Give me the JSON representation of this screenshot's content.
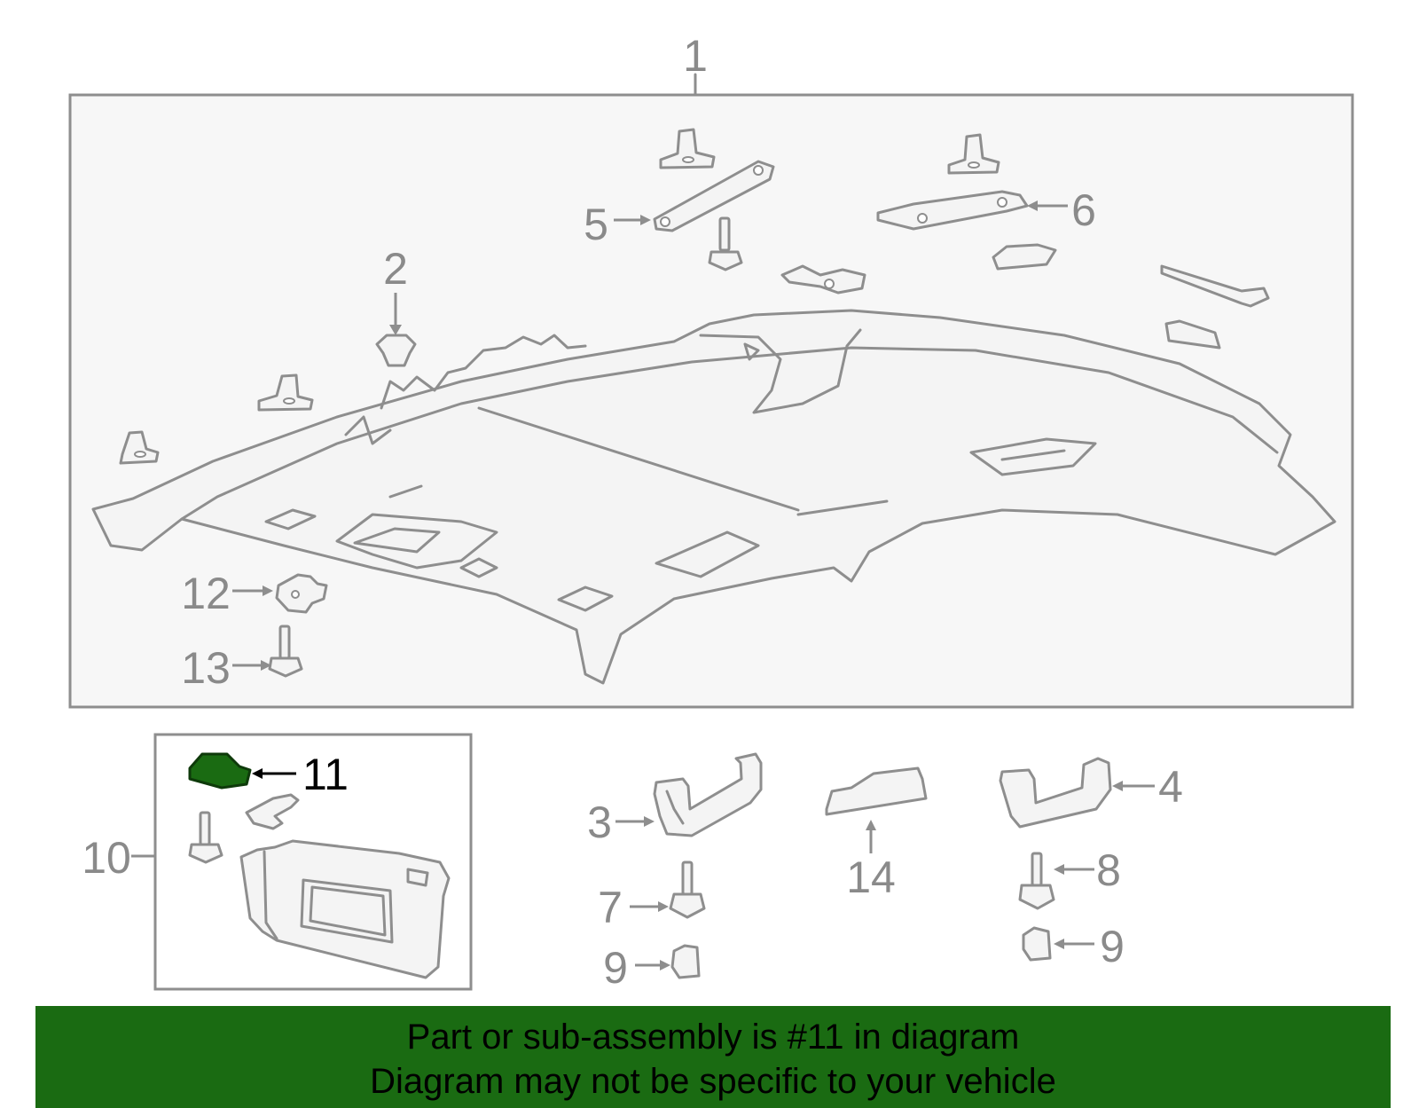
{
  "callouts": [
    {
      "id": "1",
      "label": "1"
    },
    {
      "id": "2",
      "label": "2"
    },
    {
      "id": "3",
      "label": "3"
    },
    {
      "id": "4",
      "label": "4"
    },
    {
      "id": "5",
      "label": "5"
    },
    {
      "id": "6",
      "label": "6"
    },
    {
      "id": "7",
      "label": "7"
    },
    {
      "id": "8",
      "label": "8"
    },
    {
      "id": "9a",
      "label": "9"
    },
    {
      "id": "9b",
      "label": "9"
    },
    {
      "id": "10",
      "label": "10"
    },
    {
      "id": "11",
      "label": "11"
    },
    {
      "id": "12",
      "label": "12"
    },
    {
      "id": "13",
      "label": "13"
    },
    {
      "id": "14",
      "label": "14"
    }
  ],
  "highlighted_part": "11",
  "colors": {
    "highlight": "#1a6b12",
    "banner_background": "#1a6b12",
    "line": "#8e8e8e",
    "label": "#8a8a8a",
    "frame_fill": "#f7f7f7"
  },
  "banner": {
    "line1": "Part or sub-assembly is #11 in diagram",
    "line2": "Diagram may not be specific to your vehicle"
  }
}
